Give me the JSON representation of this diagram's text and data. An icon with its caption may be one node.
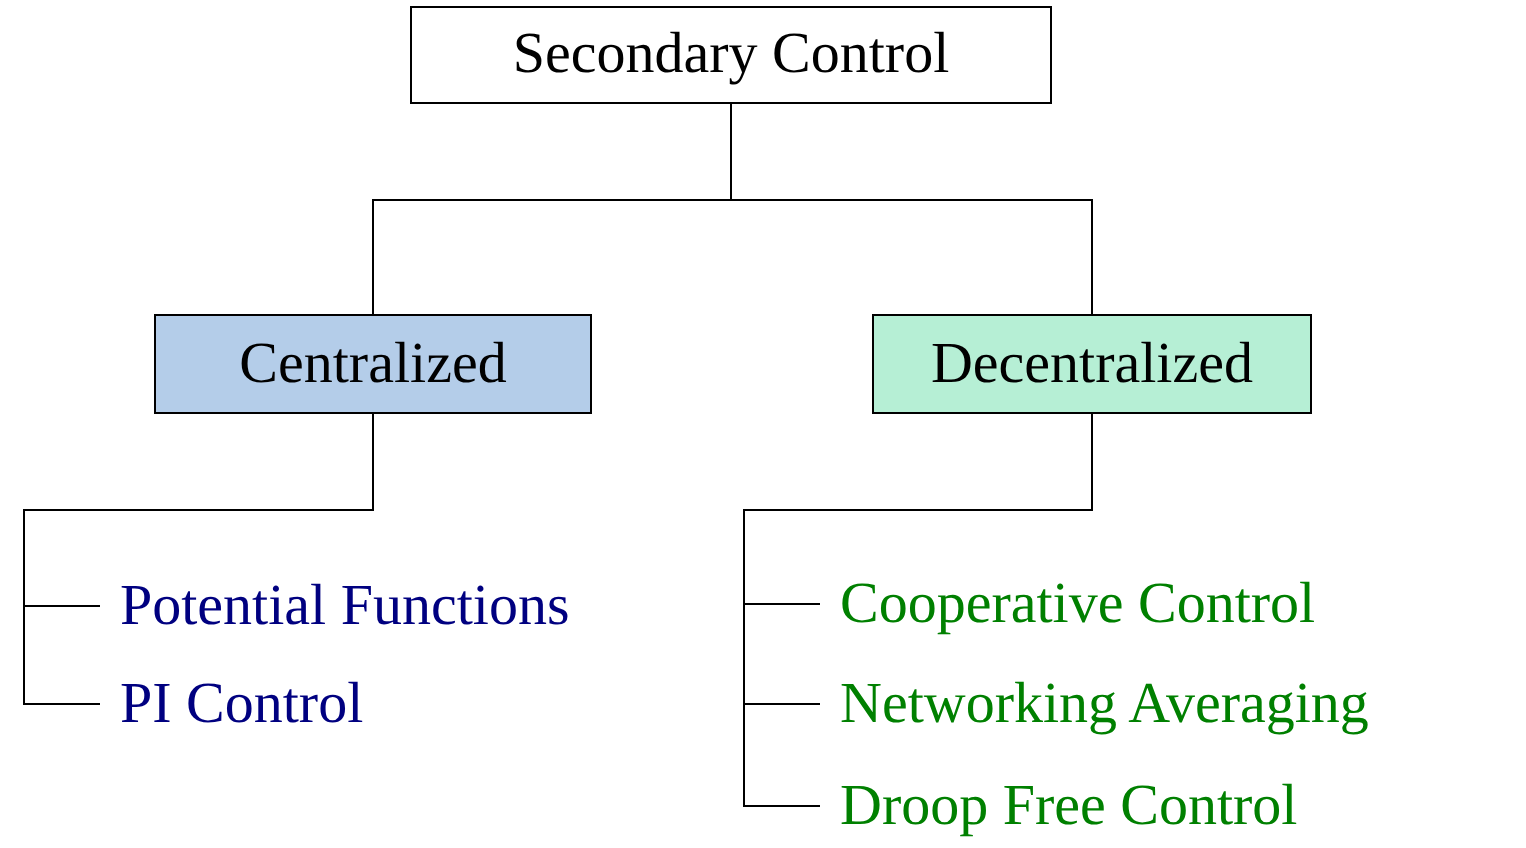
{
  "diagram": {
    "nodes": [
      {
        "text": [
          "Secondary Control"
        ]
      },
      {
        "text": [
          "Centralized"
        ]
      },
      {
        "text": [
          "Decentralized"
        ]
      },
      {
        "text": [
          "Potential Functions"
        ]
      },
      {
        "text": [
          "PI Control"
        ]
      },
      {
        "text": [
          "Cooperative Control"
        ]
      },
      {
        "text": [
          "Networking Averaging"
        ]
      },
      {
        "text": [
          "Droop Free Control"
        ]
      }
    ],
    "edges": [
      {
        "from": 0,
        "to": 1,
        "arrow": "none"
      },
      {
        "from": 0,
        "to": 2,
        "arrow": "none"
      },
      {
        "from": 1,
        "to": 3,
        "arrow": "none"
      },
      {
        "from": 1,
        "to": 4,
        "arrow": "none"
      },
      {
        "from": 2,
        "to": 5,
        "arrow": "none"
      },
      {
        "from": 2,
        "to": 6,
        "arrow": "none"
      },
      {
        "from": 2,
        "to": 7,
        "arrow": "none"
      }
    ]
  }
}
